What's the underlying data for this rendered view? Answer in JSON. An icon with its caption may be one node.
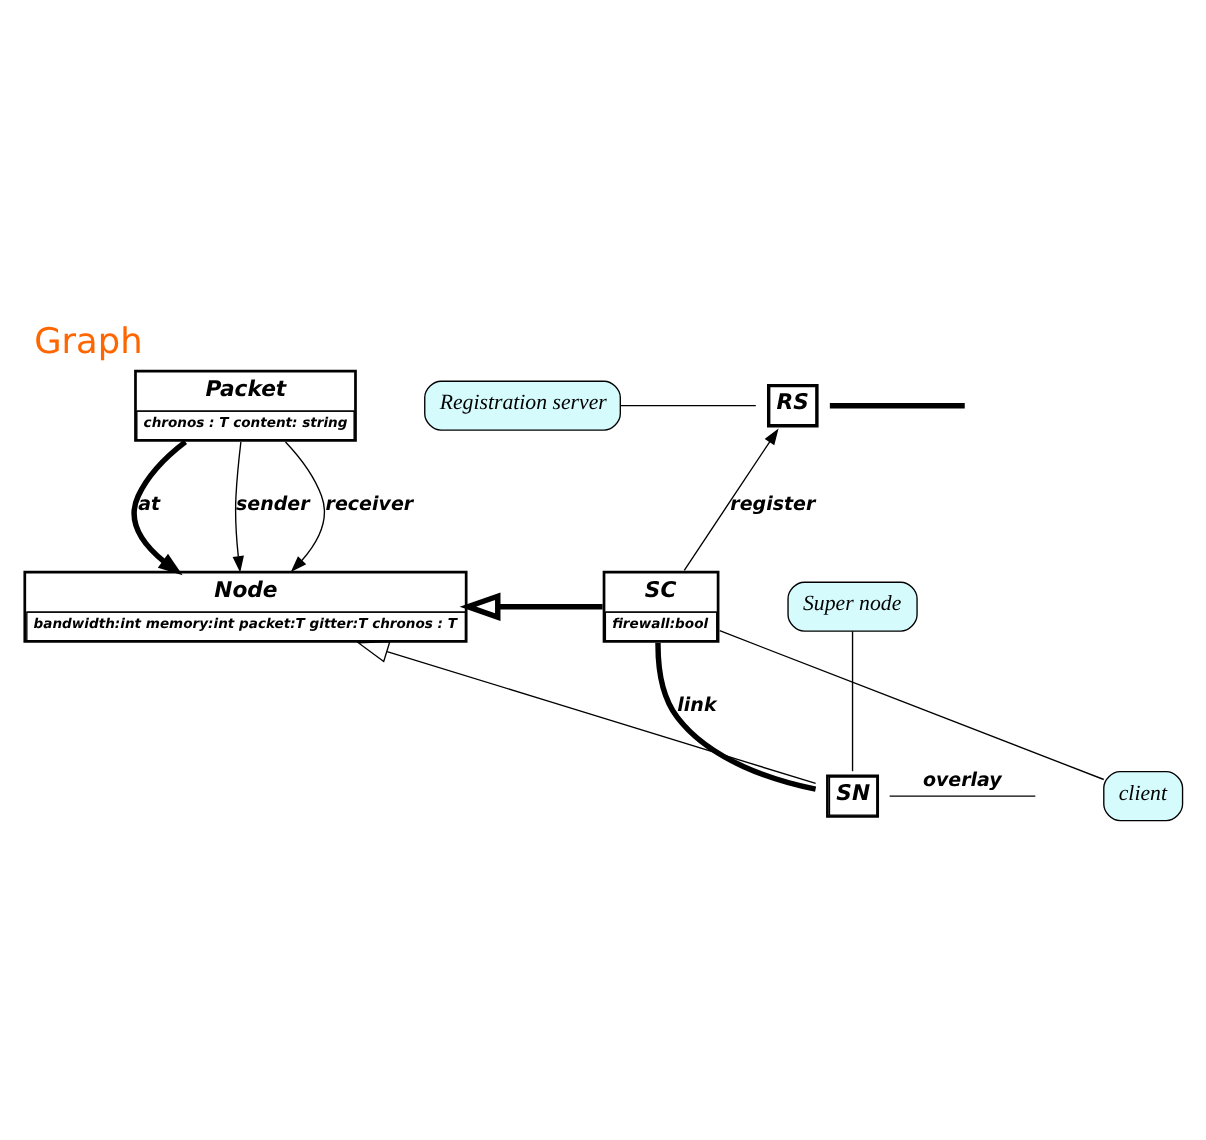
{
  "diagram": {
    "title": "Graph",
    "nodes": [
      {
        "text": [
          "Packet",
          "chronos : T content: string"
        ]
      },
      {
        "text": [
          "Node",
          "bandwidth:int memory:int packet:T gitter:T chronos : T"
        ]
      },
      {
        "text": [
          "RS"
        ]
      },
      {
        "text": [
          "SC",
          "firewall:bool"
        ]
      },
      {
        "text": [
          "SN"
        ]
      },
      {
        "text": [
          "Registration server"
        ]
      },
      {
        "text": [
          "client"
        ]
      },
      {
        "text": [
          "Super node"
        ]
      }
    ],
    "edges": [
      {
        "from": 0,
        "to": 1,
        "arrow": "to",
        "label": "at",
        "style": "thick"
      },
      {
        "from": 0,
        "to": 1,
        "arrow": "to",
        "label": "sender"
      },
      {
        "from": 0,
        "to": 1,
        "arrow": "to",
        "label": "receiver"
      },
      {
        "from": 3,
        "to": 2,
        "arrow": "to",
        "label": "register"
      },
      {
        "from": 3,
        "to": 1,
        "arrow": "to",
        "style": "thick"
      },
      {
        "from": 4,
        "to": 1,
        "arrow": "to"
      },
      {
        "from": 4,
        "to": 3,
        "arrow": "none",
        "label": "link",
        "style": "thick"
      },
      {
        "from": 2,
        "to": null,
        "arrow": "none",
        "style": "thick"
      },
      {
        "from": 4,
        "to": null,
        "arrow": "none",
        "label": "overlay"
      },
      {
        "from": 5,
        "to": 2,
        "arrow": "none"
      },
      {
        "from": 6,
        "to": 3,
        "arrow": "none"
      },
      {
        "from": 7,
        "to": 4,
        "arrow": "none"
      }
    ]
  }
}
